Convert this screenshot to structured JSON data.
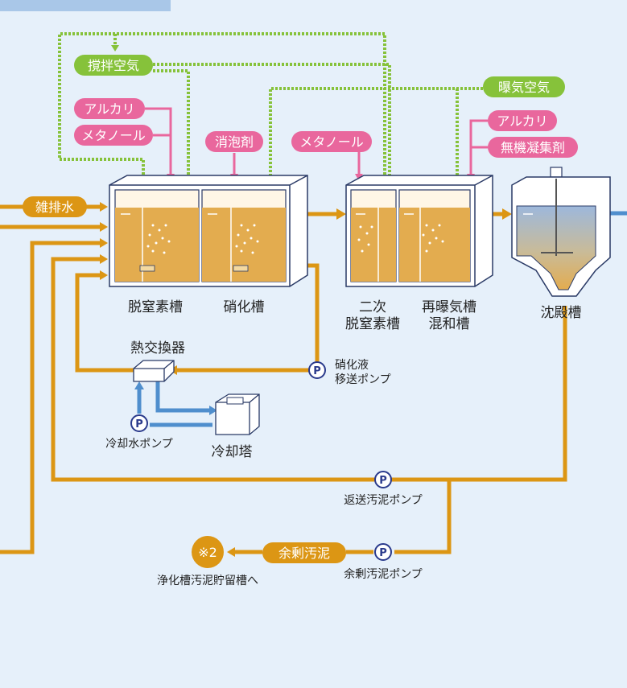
{
  "colors": {
    "background": "#e6f0fa",
    "orange_pipe": "#dc9614",
    "blue_pipe": "#4f8ecd",
    "green_air": "#86c23a",
    "pink_chem": "#e9679d",
    "pump_circle": "#2a3a8c"
  },
  "air": {
    "stir_air": "撹拌空気",
    "aeration_air": "曝気空気"
  },
  "chemicals": {
    "alkali_1": "アルカリ",
    "methanol_1": "メタノール",
    "antifoam": "消泡剤",
    "methanol_2": "メタノール",
    "alkali_2": "アルカリ",
    "inorganic_coagulant": "無機凝集剤"
  },
  "inflow": {
    "label": "雑排水"
  },
  "tanks": {
    "denitrification": "脱窒素槽",
    "nitrification": "硝化槽",
    "secondary_denitrification_line1": "二次",
    "secondary_denitrification_line2": "脱窒素槽",
    "reaeration_line1": "再曝気槽",
    "reaeration_line2": "混和槽",
    "sedimentation": "沈殿槽"
  },
  "equipment": {
    "heat_exchanger": "熱交換器",
    "cooling_tower": "冷却塔",
    "cooling_water_pump": "冷却水ポンプ",
    "nitrified_liquid_pump_line1": "硝化液",
    "nitrified_liquid_pump_line2": "移送ポンプ",
    "return_sludge_pump": "返送汚泥ポンプ",
    "excess_sludge_pump": "余剰汚泥ポンプ",
    "pump_symbol": "P"
  },
  "sludge": {
    "excess_sludge": "余剰汚泥",
    "note_marker": "※2",
    "destination": "浄化槽汚泥貯留槽へ"
  }
}
